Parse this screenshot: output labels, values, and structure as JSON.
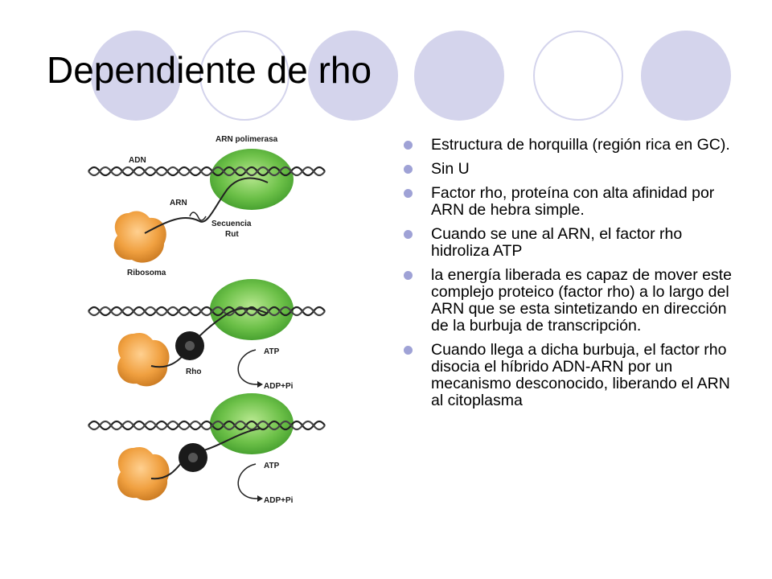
{
  "slide": {
    "title": "Dependiente de rho",
    "accent_color": "#d4d4ec",
    "bullet_color": "#9fa2d6",
    "bullets": [
      "Estructura de horquilla (región rica en GC).",
      "Sin  U",
      "Factor rho, proteína con alta afinidad por  ARN de hebra simple.",
      "Cuando se une al ARN,  el factor rho hidroliza  ATP",
      "la energía liberada es capaz de mover este complejo proteico (factor rho) a lo largo del ARN que se esta sintetizando en dirección de la burbuja de transcripción.",
      " Cuando llega a dicha burbuja, el factor rho disocia el híbrido ADN-ARN por un mecanismo desconocido, liberando el ARN al citoplasma"
    ]
  },
  "figure": {
    "labels": {
      "polymerase": "ARN polimerasa",
      "dna": "ADN",
      "rna": "ARN",
      "rut_line1": "Secuencia",
      "rut_line2": "Rut",
      "ribosome": "Ribosoma",
      "rho": "Rho",
      "atp_1": "ATP",
      "adp_1": "ADP+Pi",
      "atp_2": "ATP",
      "adp_2": "ADP+Pi"
    },
    "colors": {
      "polymerase": "#66bb44",
      "ribosome": "#f0a040",
      "rho": "#1a1a1a",
      "dna": "#222222"
    }
  }
}
